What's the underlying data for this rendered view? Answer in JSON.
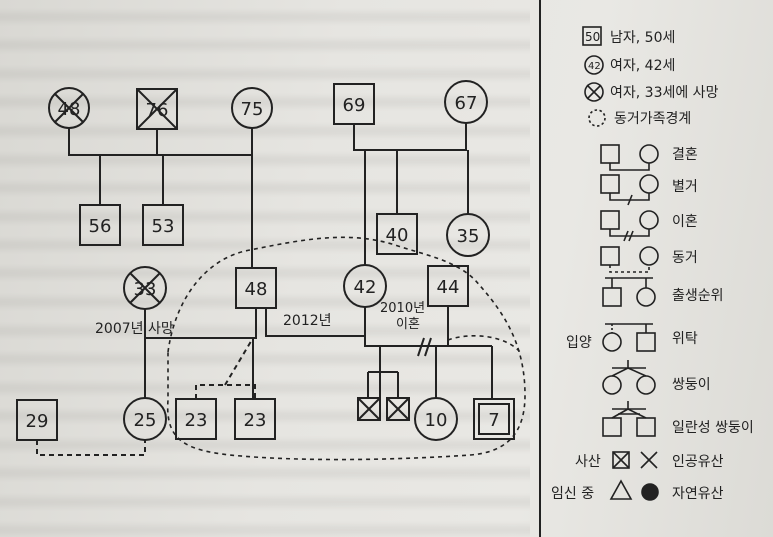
{
  "people": {
    "p48": "48",
    "p76": "76",
    "p75": "75",
    "p69": "69",
    "p67": "67",
    "p56": "56",
    "p53": "53",
    "p40": "40",
    "p35": "35",
    "p33": "33",
    "p48b": "48",
    "p42": "42",
    "p44": "44",
    "p29": "29",
    "p25": "25",
    "p23a": "23",
    "p23b": "23",
    "p10": "10",
    "p7": "7"
  },
  "annotations": {
    "death2007": "2007년 사망",
    "year2012": "2012년",
    "divorce2010_year": "2010년",
    "divorce2010_label": "이혼"
  },
  "legend": {
    "male_num": "50",
    "male": "남자, 50세",
    "female_num": "42",
    "female": "여자, 42세",
    "dead_female": "여자, 33세에 사망",
    "household": "동거가족경계",
    "marriage": "결혼",
    "separation": "별거",
    "divorce": "이혼",
    "cohabitation": "동거",
    "birth_order": "출생순위",
    "adoption_prefix": "입양",
    "foster": "위탁",
    "twins": "쌍둥이",
    "identical_twins": "일란성 쌍둥이",
    "stillbirth_prefix": "사산",
    "abortion": "인공유산",
    "pregnancy_prefix": "임신 중",
    "miscarriage": "자연유산"
  }
}
